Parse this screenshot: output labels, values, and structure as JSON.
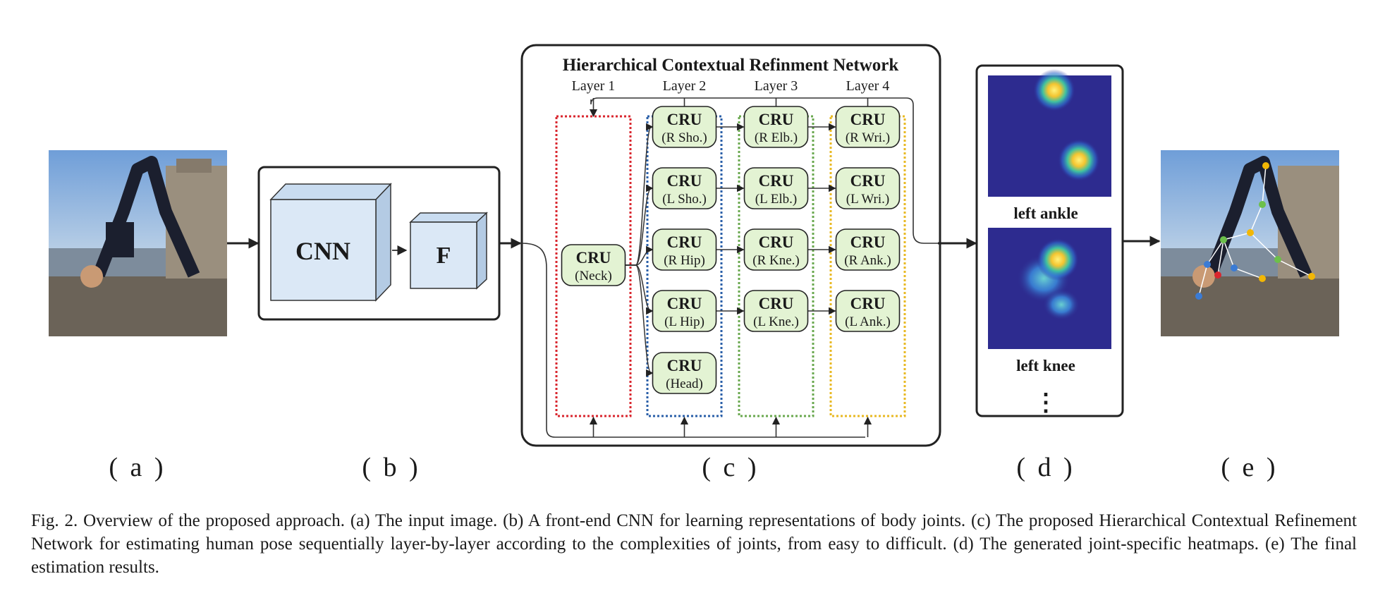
{
  "hcrn": {
    "title": "Hierarchical Contextual Refinment Network",
    "layers": [
      "Layer 1",
      "Layer 2",
      "Layer 3",
      "Layer 4"
    ],
    "unit_label": "CRU",
    "columns": [
      [
        "(Neck)"
      ],
      [
        "(R Sho.)",
        "(L Sho.)",
        "(R Hip)",
        "(L Hip)",
        "(Head)"
      ],
      [
        "(R Elb.)",
        "(L Elb.)",
        "(R Kne.)",
        "(L Kne.)"
      ],
      [
        "(R Wri.)",
        "(L Wri.)",
        "(R Ank.)",
        "(L Ank.)"
      ]
    ],
    "layer_colors": [
      "#d9262e",
      "#2a5fa8",
      "#6aa84f",
      "#e8b923"
    ]
  },
  "cnn": {
    "cnn_label": "CNN",
    "f_label": "F"
  },
  "heatmaps": {
    "labels": [
      "left ankle",
      "left knee"
    ],
    "more": "⋮"
  },
  "panels": [
    "( a )",
    "( b )",
    "( c )",
    "( d )",
    "( e )"
  ],
  "caption": "Fig. 2.  Overview of the proposed approach. (a) The input image. (b) A front-end CNN for learning representations of body joints. (c) The proposed Hierarchical Contextual Refinement Network for estimating human pose sequentially layer-by-layer according to the complexities of joints, from easy to difficult. (d) The generated joint-specific heatmaps. (e) The final estimation results.",
  "colors": {
    "cru_fill": "#e3f3d3",
    "box_fill": "#dbe8f6",
    "heatmap_bg": "#2d2b8f"
  }
}
